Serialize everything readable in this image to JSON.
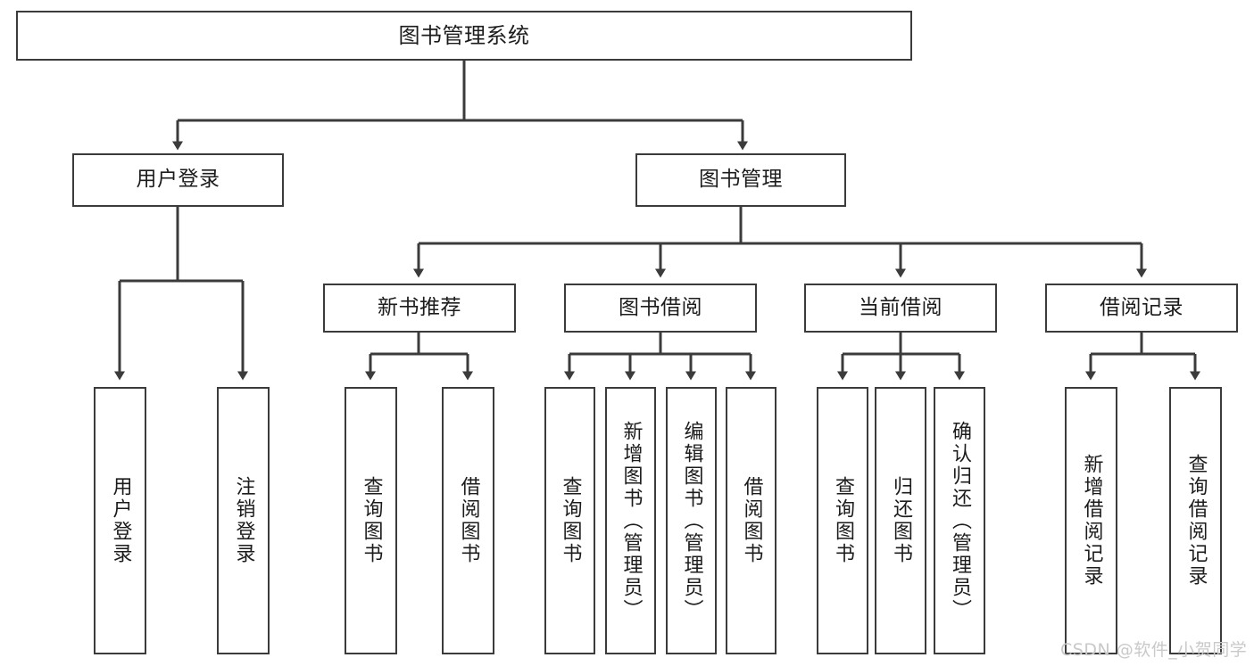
{
  "diagram": {
    "type": "tree-hierarchy",
    "title": "图书管理系统",
    "colors": {
      "node_border": "#3b3b3b",
      "node_fill": "#ffffff",
      "edge": "#3b3b3b",
      "text": "#1c1c1c",
      "watermark": "#c9c9c9",
      "background": "#ffffff"
    },
    "nodes": {
      "root": {
        "label": "图书管理系统"
      },
      "level2": [
        {
          "id": "user-login",
          "label": "用户登录"
        },
        {
          "id": "book-management",
          "label": "图书管理"
        }
      ],
      "level3": [
        {
          "id": "new-book-recommend",
          "label": "新书推荐"
        },
        {
          "id": "book-borrow",
          "label": "图书借阅"
        },
        {
          "id": "current-borrow",
          "label": "当前借阅"
        },
        {
          "id": "borrow-record",
          "label": "借阅记录"
        }
      ],
      "leaves": {
        "user-login": [
          {
            "id": "leaf-user-login",
            "label": "用户登录"
          },
          {
            "id": "leaf-logout",
            "label": "注销登录"
          }
        ],
        "new-book-recommend": [
          {
            "id": "leaf-query-book-1",
            "label": "查询图书"
          },
          {
            "id": "leaf-borrow-book-1",
            "label": "借阅图书"
          }
        ],
        "book-borrow": [
          {
            "id": "leaf-query-book-2",
            "label": "查询图书"
          },
          {
            "id": "leaf-add-book",
            "label": "新增图书（管理员）"
          },
          {
            "id": "leaf-edit-book",
            "label": "编辑图书（管理员）"
          },
          {
            "id": "leaf-borrow-book-2",
            "label": "借阅图书"
          }
        ],
        "current-borrow": [
          {
            "id": "leaf-query-book-3",
            "label": "查询图书"
          },
          {
            "id": "leaf-return-book",
            "label": "归还图书"
          },
          {
            "id": "leaf-confirm-return",
            "label": "确认归还（管理员）"
          }
        ],
        "borrow-record": [
          {
            "id": "leaf-add-record",
            "label": "新增借阅记录"
          },
          {
            "id": "leaf-query-record",
            "label": "查询借阅记录"
          }
        ]
      }
    },
    "watermark": "CSDN @软件_小贺同学"
  }
}
